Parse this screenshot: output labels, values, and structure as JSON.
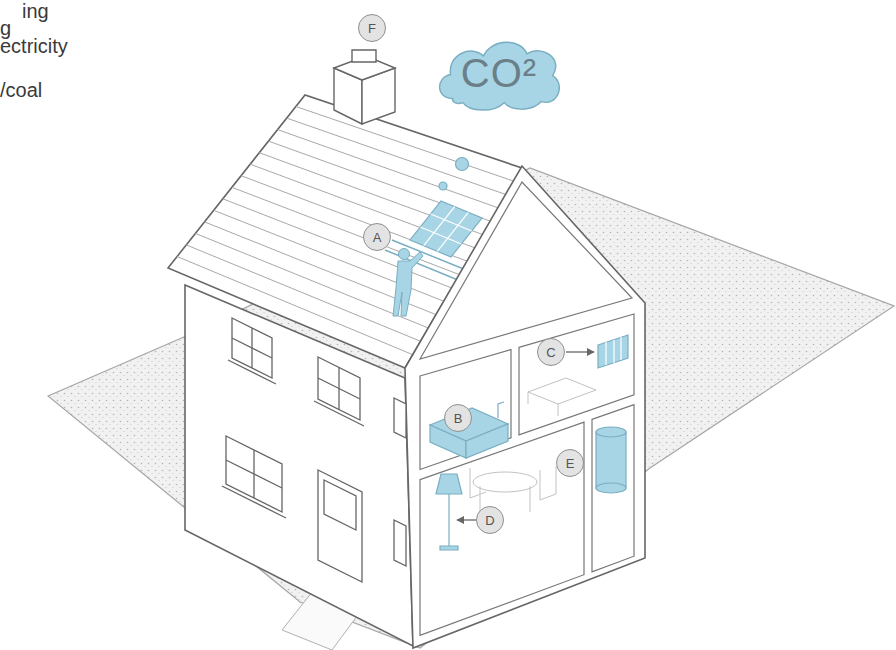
{
  "diagram": {
    "nodes": [
      {
        "text": [
          "F"
        ]
      },
      {
        "text": [
          "CO²"
        ]
      },
      {
        "text": [
          "A"
        ]
      },
      {
        "text": [
          "C"
        ]
      },
      {
        "text": [
          "B"
        ]
      },
      {
        "text": [
          "E"
        ]
      },
      {
        "text": [
          "D"
        ]
      }
    ],
    "labels": [
      "ing",
      "g",
      "ectricity",
      "/coal"
    ]
  }
}
